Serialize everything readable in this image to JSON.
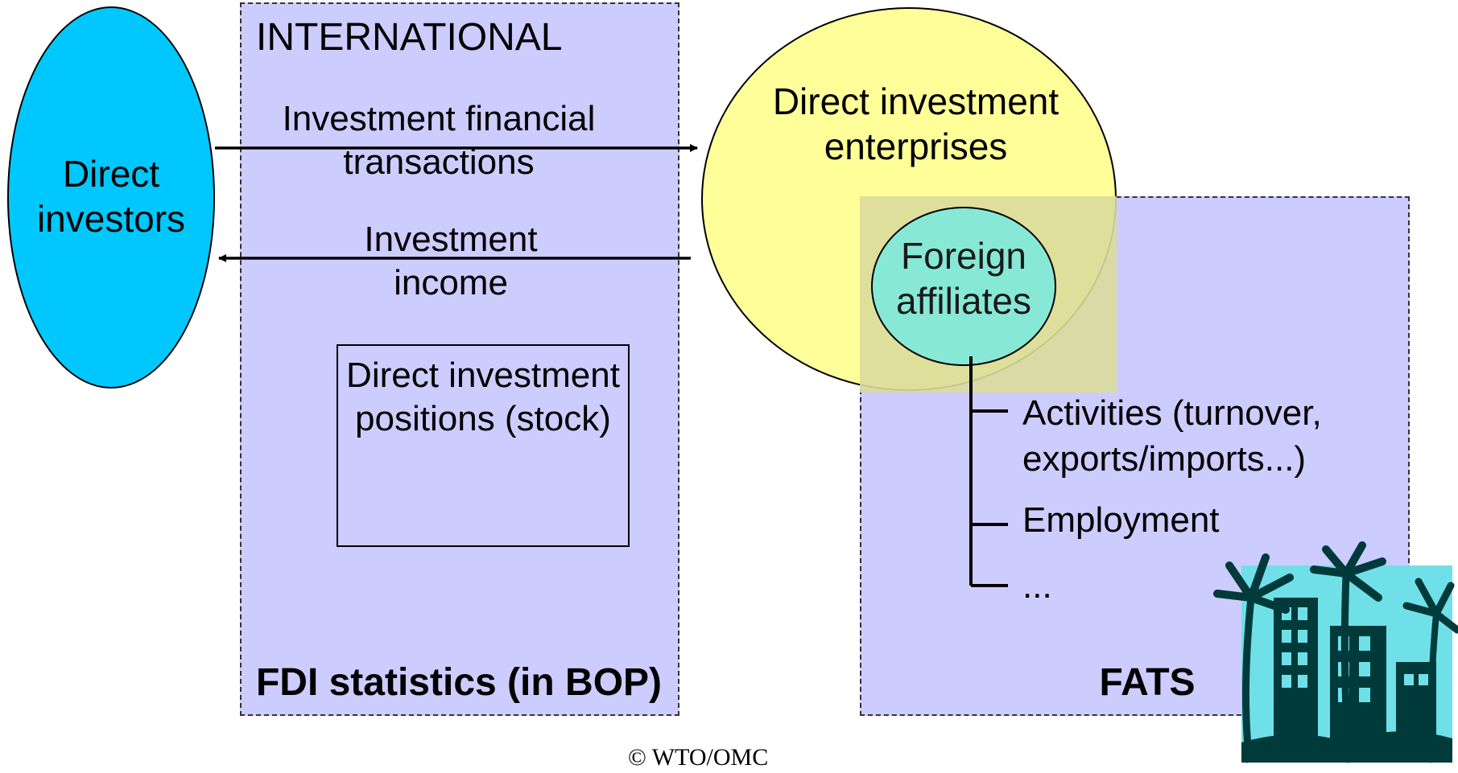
{
  "colors": {
    "panel": "#ccccff",
    "investors": "#00c8ff",
    "enterprises": "#ffff99",
    "affiliates": "#88e8d6",
    "illustration_dark": "#003a3a",
    "illustration_light": "#6fe0e8"
  },
  "investors": {
    "label": "Direct investors"
  },
  "fdi_panel": {
    "heading": "INTERNATIONAL",
    "flow_out": "Investment financial transactions",
    "flow_in": "Investment income",
    "stock": "Direct investment positions (stock)",
    "footer": "FDI statistics (in BOP)"
  },
  "enterprises": {
    "label": "Direct investment enterprises"
  },
  "affiliates": {
    "label": "Foreign affiliates"
  },
  "fats_panel": {
    "branches": [
      "Activities (turnover, exports/imports...)",
      "Employment",
      "..."
    ],
    "footer": "FATS"
  },
  "illustration": {
    "icon": "palm-building-icon"
  },
  "copyright": "© WTO/OMC"
}
